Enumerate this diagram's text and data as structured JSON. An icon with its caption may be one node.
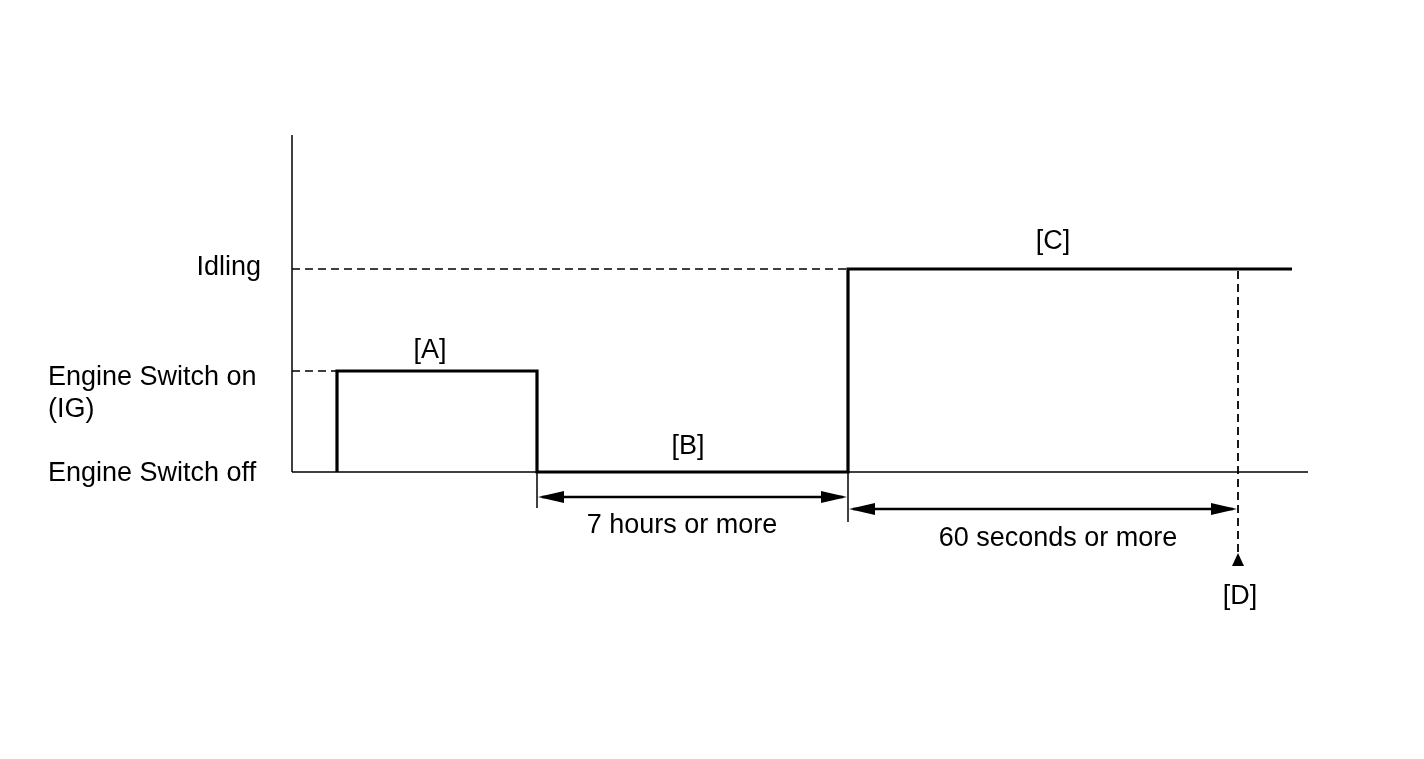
{
  "diagram": {
    "labels": [
      "Idling",
      "Engine Switch on (IG)",
      "Engine Switch off",
      "[A]",
      "[B]",
      "[C]",
      "7 hours or more",
      "60 seconds or more",
      "[D]"
    ]
  }
}
